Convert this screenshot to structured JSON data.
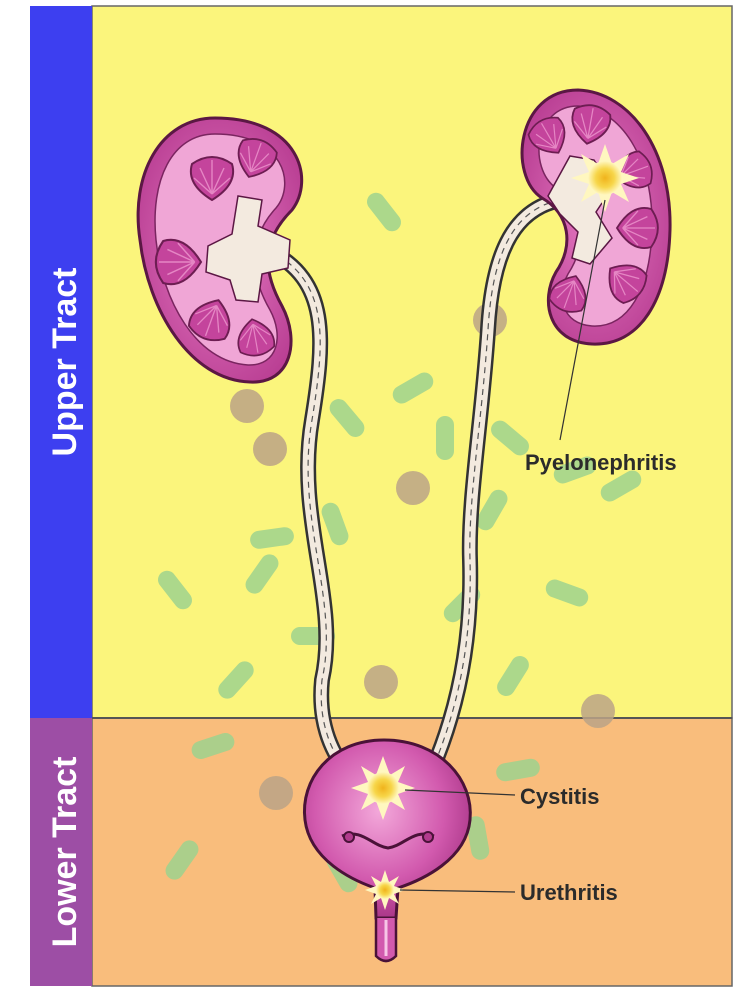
{
  "sidebar": {
    "upper_label": "Upper Tract",
    "lower_label": "Lower Tract"
  },
  "labels": {
    "pyelonephritis": "Pyelonephritis",
    "cystitis": "Cystitis",
    "urethritis": "Urethritis"
  },
  "colors": {
    "upper_bg": "#fbf57c",
    "lower_bg": "#f9bd7c",
    "upper_bar": "#3d3ff0",
    "lower_bar": "#9d4ea5",
    "organ": "#c2479a",
    "bacteria_rod": "#9dd28e",
    "bacteria_cocci": "#bba387",
    "infection": "#f6c13c"
  }
}
